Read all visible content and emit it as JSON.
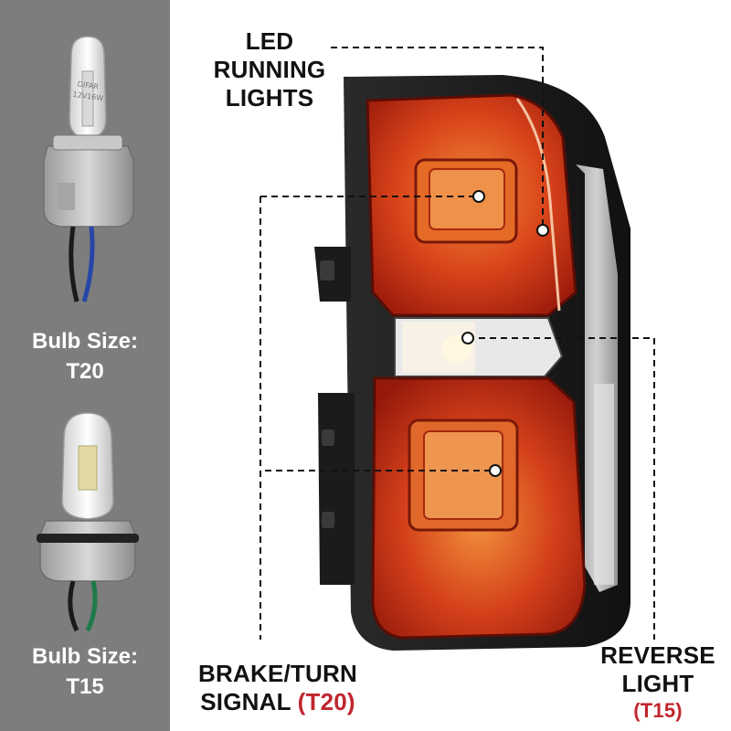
{
  "bulbs": [
    {
      "label": "Bulb Size:",
      "size": "T20",
      "marking": "12V16W",
      "brand": "DIFAR"
    },
    {
      "label": "Bulb Size:",
      "size": "T15"
    }
  ],
  "callouts": {
    "led_running": {
      "line1": "LED",
      "line2": "RUNNING",
      "line3": "LIGHTS"
    },
    "brake_turn": {
      "line1": "BRAKE/TURN",
      "line2": "SIGNAL",
      "code": "(T20)"
    },
    "reverse": {
      "line1": "REVERSE",
      "line2": "LIGHT",
      "code": "(T15)"
    }
  },
  "colors": {
    "sidebar": "#7d7d7d",
    "code_red": "#c0262d",
    "lens_red": "#d23a12",
    "housing": "#1e1e1e"
  }
}
